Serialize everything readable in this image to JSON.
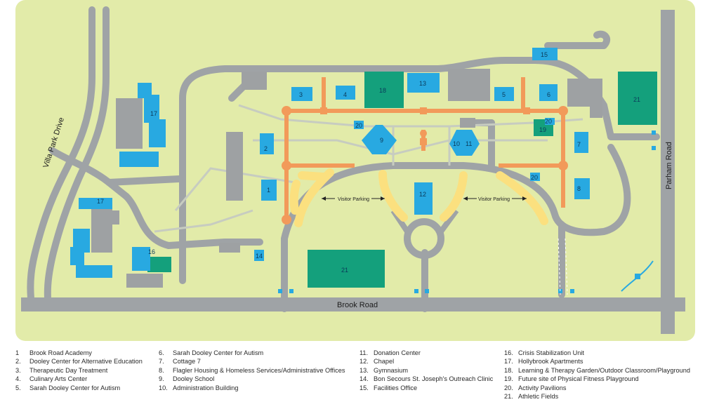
{
  "map": {
    "roads": {
      "villa_park": "Villa Park Drive",
      "parham": "Parham Road",
      "brook": "Brook Road"
    },
    "visitor_parking": [
      "Visitor Parking",
      "Visitor Parking"
    ],
    "building_numbers": {
      "b1": "1",
      "b2": "2",
      "b3": "3",
      "b4": "4",
      "b5": "5",
      "b6": "6",
      "b7": "7",
      "b8": "8",
      "b9": "9",
      "b10": "10",
      "b11": "11",
      "b12": "12",
      "b13": "13",
      "b14": "14",
      "b15": "15",
      "b16": "16",
      "b17a": "17",
      "b17b": "17",
      "b18": "18",
      "b19": "19",
      "b20a": "20",
      "b20b": "20",
      "b20c": "20",
      "b21a": "21",
      "b21b": "21"
    },
    "colors": {
      "background": "#e2eba9",
      "road": "#9fa3a6",
      "building_blue": "#28a9e1",
      "building_gray": "#9ea1a3",
      "green_area": "#14a07c",
      "path_orange": "#f29a5a",
      "parking_yellow": "#fbe07f"
    }
  },
  "legend": {
    "col1": [
      {
        "n": "1",
        "t": "Brook Road Academy"
      },
      {
        "n": "2.",
        "t": "Dooley Center for Alternative Education"
      },
      {
        "n": "3.",
        "t": "Therapeutic Day Treatment"
      },
      {
        "n": "4.",
        "t": "Culinary Arts Center"
      },
      {
        "n": "5.",
        "t": "Sarah Dooley Center for Autism"
      }
    ],
    "col2": [
      {
        "n": "6.",
        "t": "Sarah Dooley Center for Autism"
      },
      {
        "n": "7.",
        "t": "Cottage 7"
      },
      {
        "n": "8.",
        "t": "Flagler Housing & Homeless Services/Administrative Offices"
      },
      {
        "n": "9.",
        "t": "Dooley School"
      },
      {
        "n": "10.",
        "t": "Administration Building"
      }
    ],
    "col3": [
      {
        "n": "11.",
        "t": "Donation Center"
      },
      {
        "n": "12.",
        "t": "Chapel"
      },
      {
        "n": "13.",
        "t": "Gymnasium"
      },
      {
        "n": "14.",
        "t": "Bon Secours St. Joseph's Outreach Clinic"
      },
      {
        "n": "15.",
        "t": "Facilities Office"
      }
    ],
    "col4": [
      {
        "n": "16.",
        "t": "Crisis Stabilization Unit"
      },
      {
        "n": "17.",
        "t": "Hollybrook Apartments"
      },
      {
        "n": "18.",
        "t": "Learning & Therapy Garden/Outdoor Classroom/Playground"
      },
      {
        "n": "19.",
        "t": "Future site of Physical Fitness Playground"
      },
      {
        "n": "20.",
        "t": "Activity Pavilions"
      },
      {
        "n": "21.",
        "t": "Athletic Fields"
      }
    ]
  }
}
